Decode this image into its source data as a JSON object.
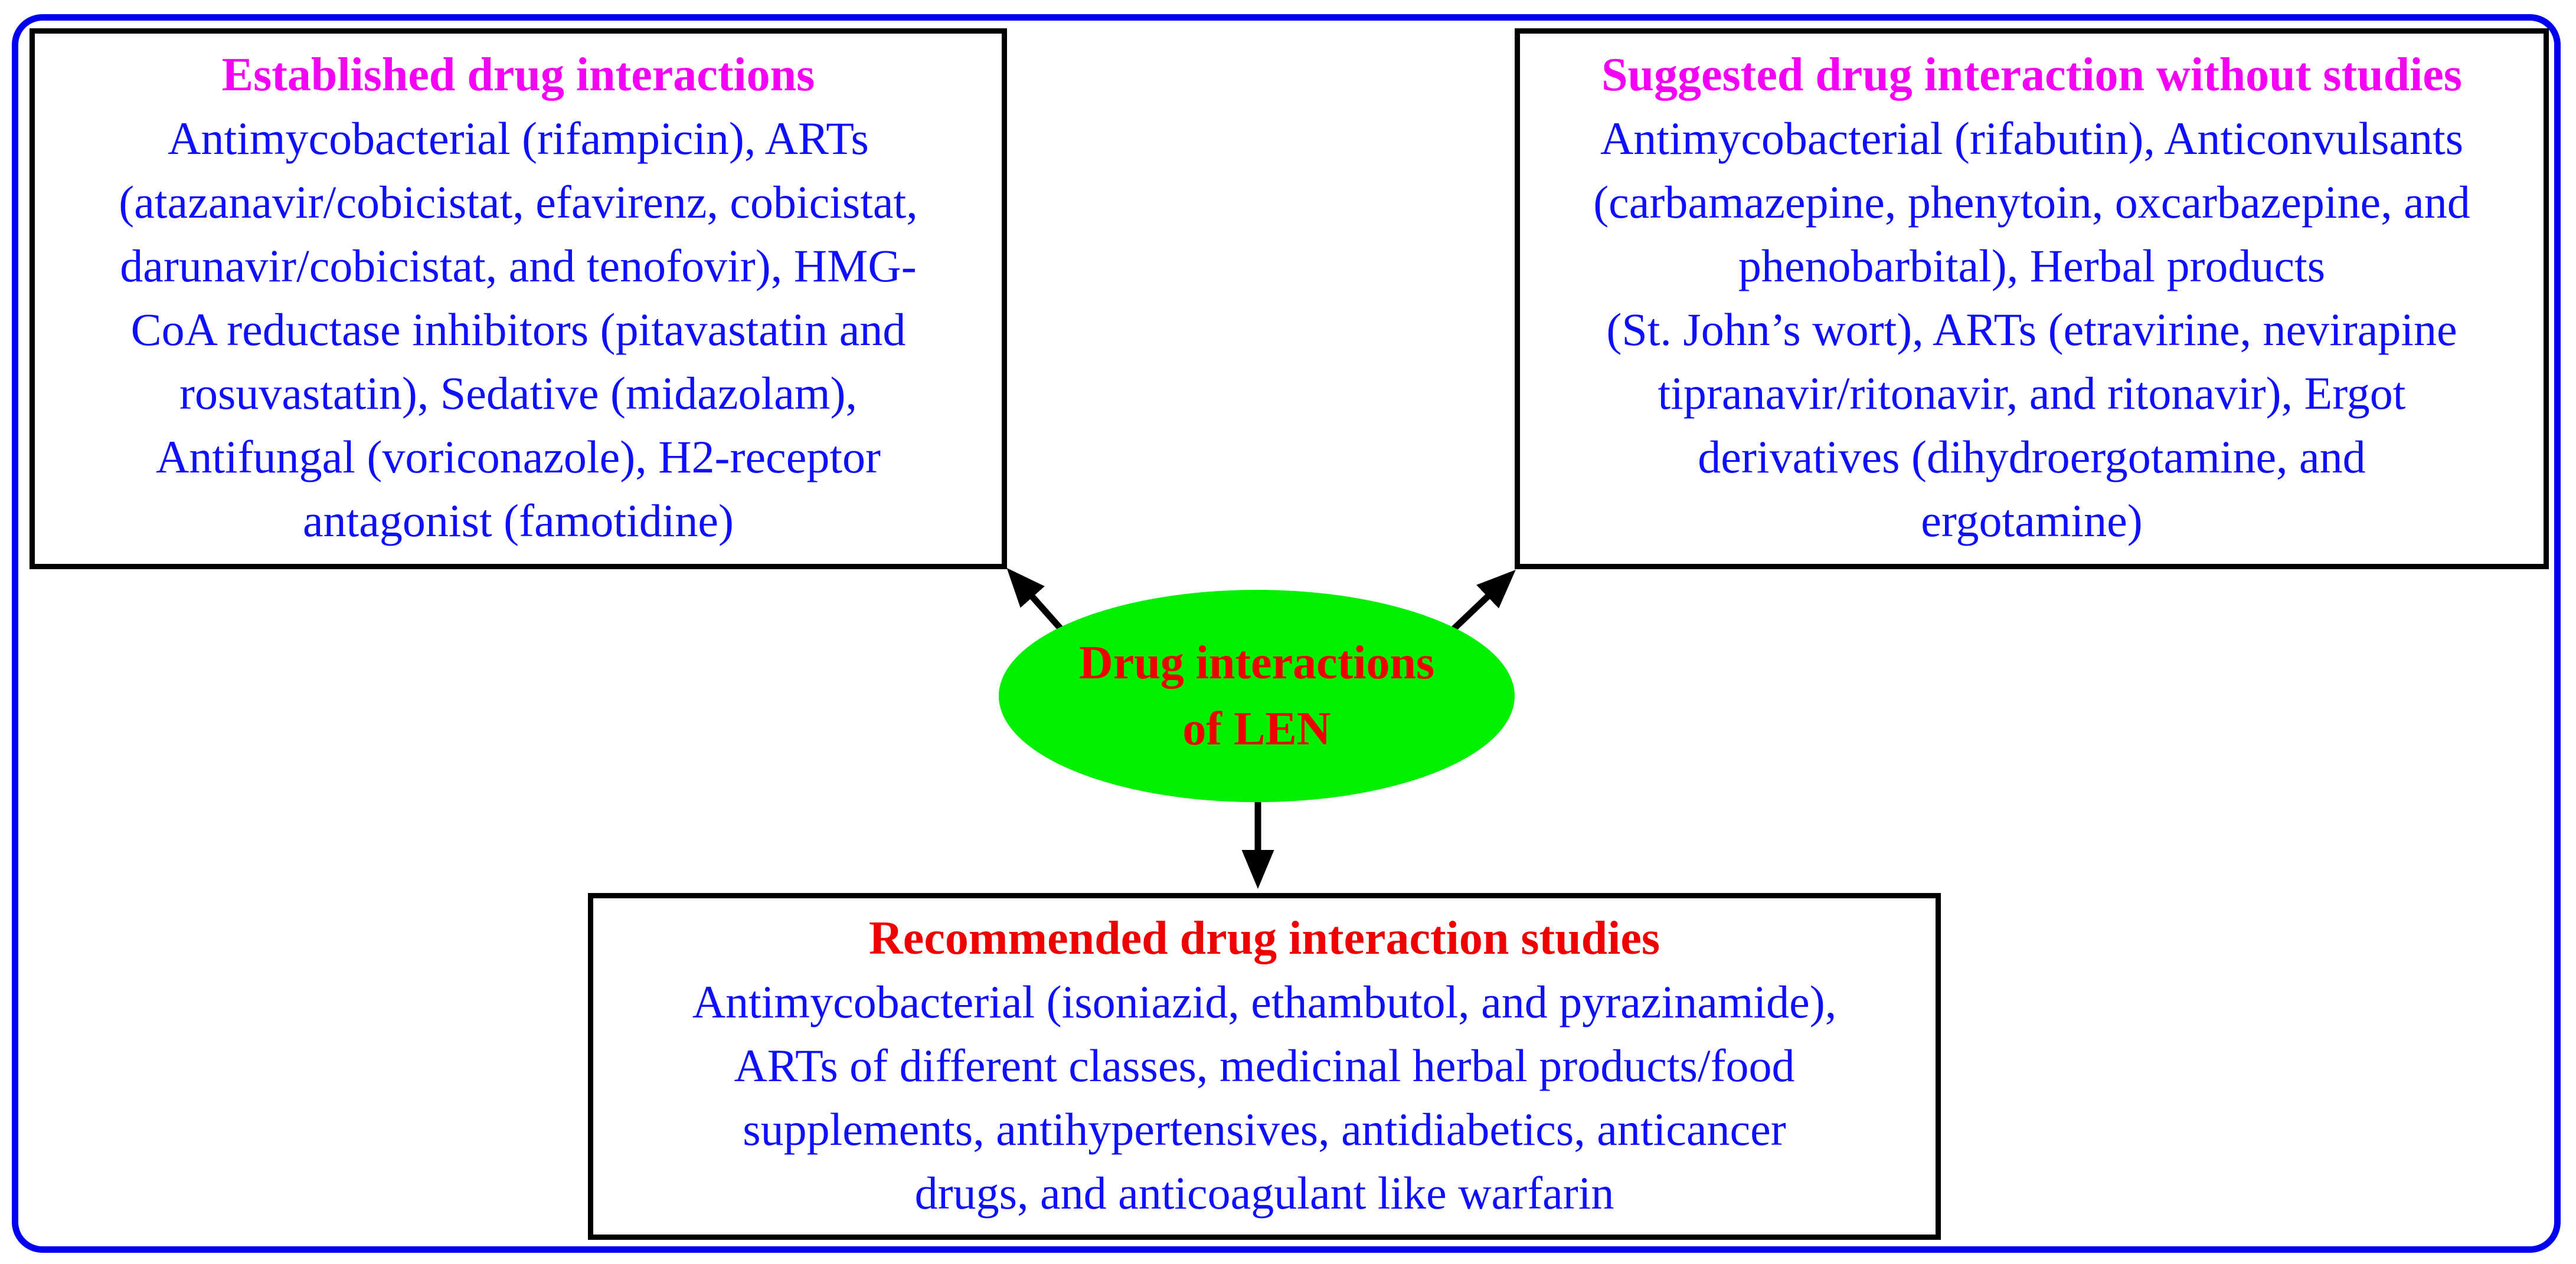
{
  "figure": {
    "established_box": {
      "title": "Established drug interactions",
      "lines": [
        "Antimycobacterial (rifampicin), ARTs",
        "(atazanavir/cobicistat, efavirenz, cobicistat,",
        "darunavir/cobicistat, and tenofovir), HMG-",
        "CoA reductase inhibitors (pitavastatin and",
        "rosuvastatin), Sedative (midazolam),",
        "Antifungal (voriconazole), H2-receptor",
        "antagonist (famotidine)"
      ]
    },
    "suggested_box": {
      "title": "Suggested drug interaction without studies",
      "lines": [
        "Antimycobacterial (rifabutin), Anticonvulsants",
        "(carbamazepine, phenytoin, oxcarbazepine, and",
        "phenobarbital), Herbal products",
        "(St. John’s wort), ARTs (etravirine, nevirapine",
        "tipranavir/ritonavir, and ritonavir), Ergot",
        "derivatives (dihydroergotamine, and",
        "ergotamine)"
      ]
    },
    "recommended_box": {
      "title": "Recommended drug interaction studies",
      "lines": [
        "Antimycobacterial (isoniazid, ethambutol, and pyrazinamide),",
        "ARTs of different classes, medicinal herbal products/food",
        "supplements, antihypertensives, antidiabetics, anticancer",
        "drugs, and anticoagulant like warfarin"
      ]
    },
    "center_ellipse": {
      "lines": [
        "Drug interactions",
        "of LEN"
      ]
    },
    "colors": {
      "outer_frame_blue": "#0000ee",
      "body_text_blue": "#0f0fff",
      "title_magenta": "#f400f4",
      "title_red": "#ee0000",
      "ellipse_green": "#00f000",
      "ellipse_text_red": "#ee0000",
      "box_border_black": "#000000",
      "arrow_black": "#000000"
    }
  }
}
